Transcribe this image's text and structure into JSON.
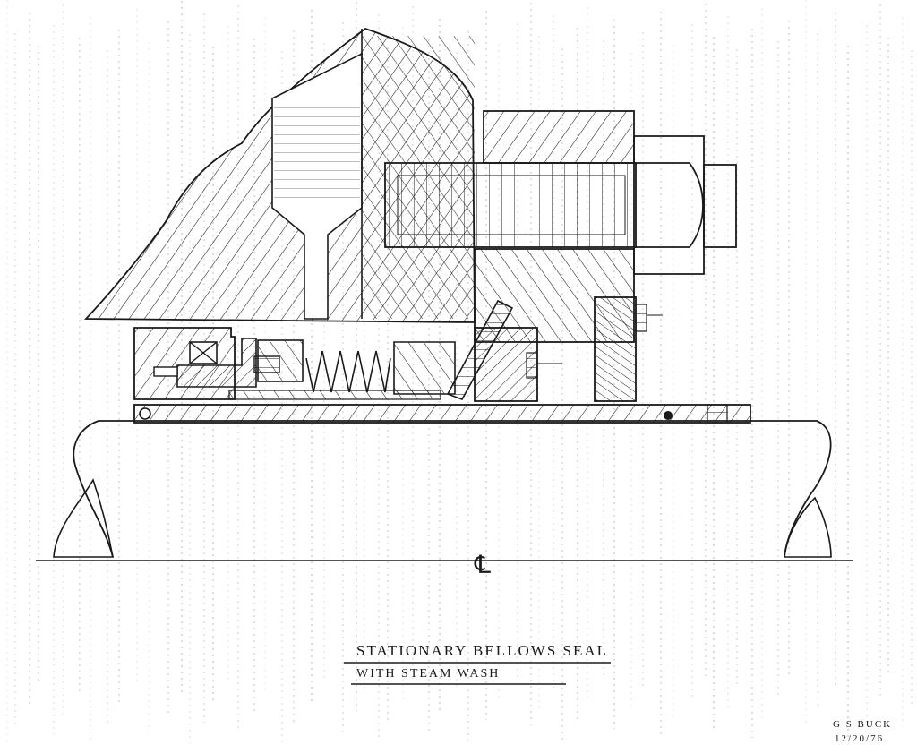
{
  "colors": {
    "ink": "#1a1a1a",
    "paper": "#ffffff",
    "grid": "#9a9a9a"
  },
  "labels": {
    "centerline_symbol": "℄",
    "title_line1": "STATIONARY BELLOWS SEAL",
    "title_line2": "WITH STEAM WASH",
    "author": "G S BUCK",
    "date": "12/20/76"
  }
}
